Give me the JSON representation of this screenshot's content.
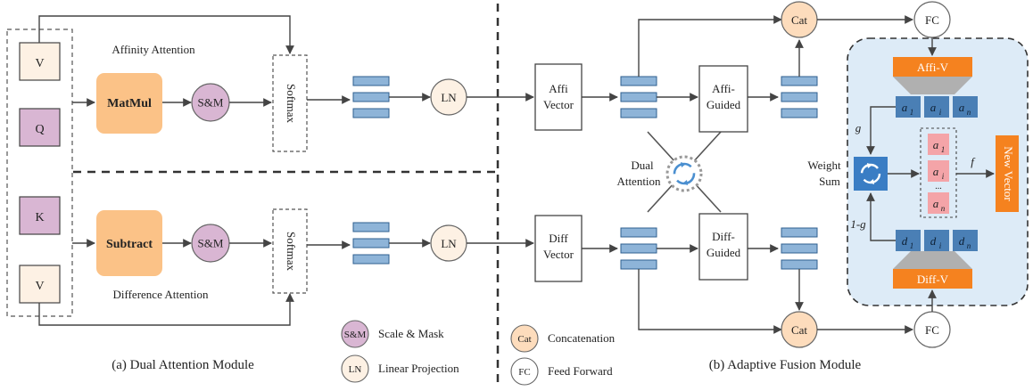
{
  "module_a": {
    "title": "(a) Dual Attention Module",
    "affinity_label": "Affinity Attention",
    "difference_label": "Difference Attention",
    "inputs_top": [
      "V",
      "Q"
    ],
    "inputs_bottom": [
      "K",
      "V"
    ],
    "matmul": "MatMul",
    "subtract": "Subtract",
    "scale_mask": "S&M",
    "softmax": "Softmax",
    "ln": "LN"
  },
  "module_b": {
    "title": "(b) Adaptive Fusion Module",
    "affi_vector": [
      "Affi",
      "Vector"
    ],
    "diff_vector": [
      "Diff",
      "Vector"
    ],
    "affi_guided": [
      "Affi-",
      "Guided"
    ],
    "diff_guided": [
      "Diff-",
      "Guided"
    ],
    "dual_attention": [
      "Dual",
      "Attention"
    ],
    "cat": "Cat",
    "fc": "FC"
  },
  "fusion": {
    "affi_v": "Affi-V",
    "diff_v": "Diff-V",
    "new_vector": "New Vector",
    "weight_sum": [
      "Weight",
      "Sum"
    ],
    "g": "g",
    "one_minus_g": "1-g",
    "f": "f",
    "a_labels": [
      "a",
      "a",
      "a"
    ],
    "a_subs": [
      "1",
      "i",
      "n"
    ],
    "d_labels": [
      "d",
      "d",
      "d"
    ],
    "d_subs": [
      "1",
      "i",
      "n"
    ],
    "ellipsis": "...",
    "colors": {
      "orange": "#F5821F",
      "panel": "#DDEBF7",
      "cell_blue": "#4A7FB5",
      "cell_pink": "#F4A4A8"
    }
  },
  "legend": {
    "sm_key": "S&M",
    "sm_desc": "Scale & Mask",
    "ln_key": "LN",
    "ln_desc": "Linear Projection",
    "cat_key": "Cat",
    "cat_desc": "Concatenation",
    "fc_key": "FC",
    "fc_desc": "Feed Forward"
  }
}
